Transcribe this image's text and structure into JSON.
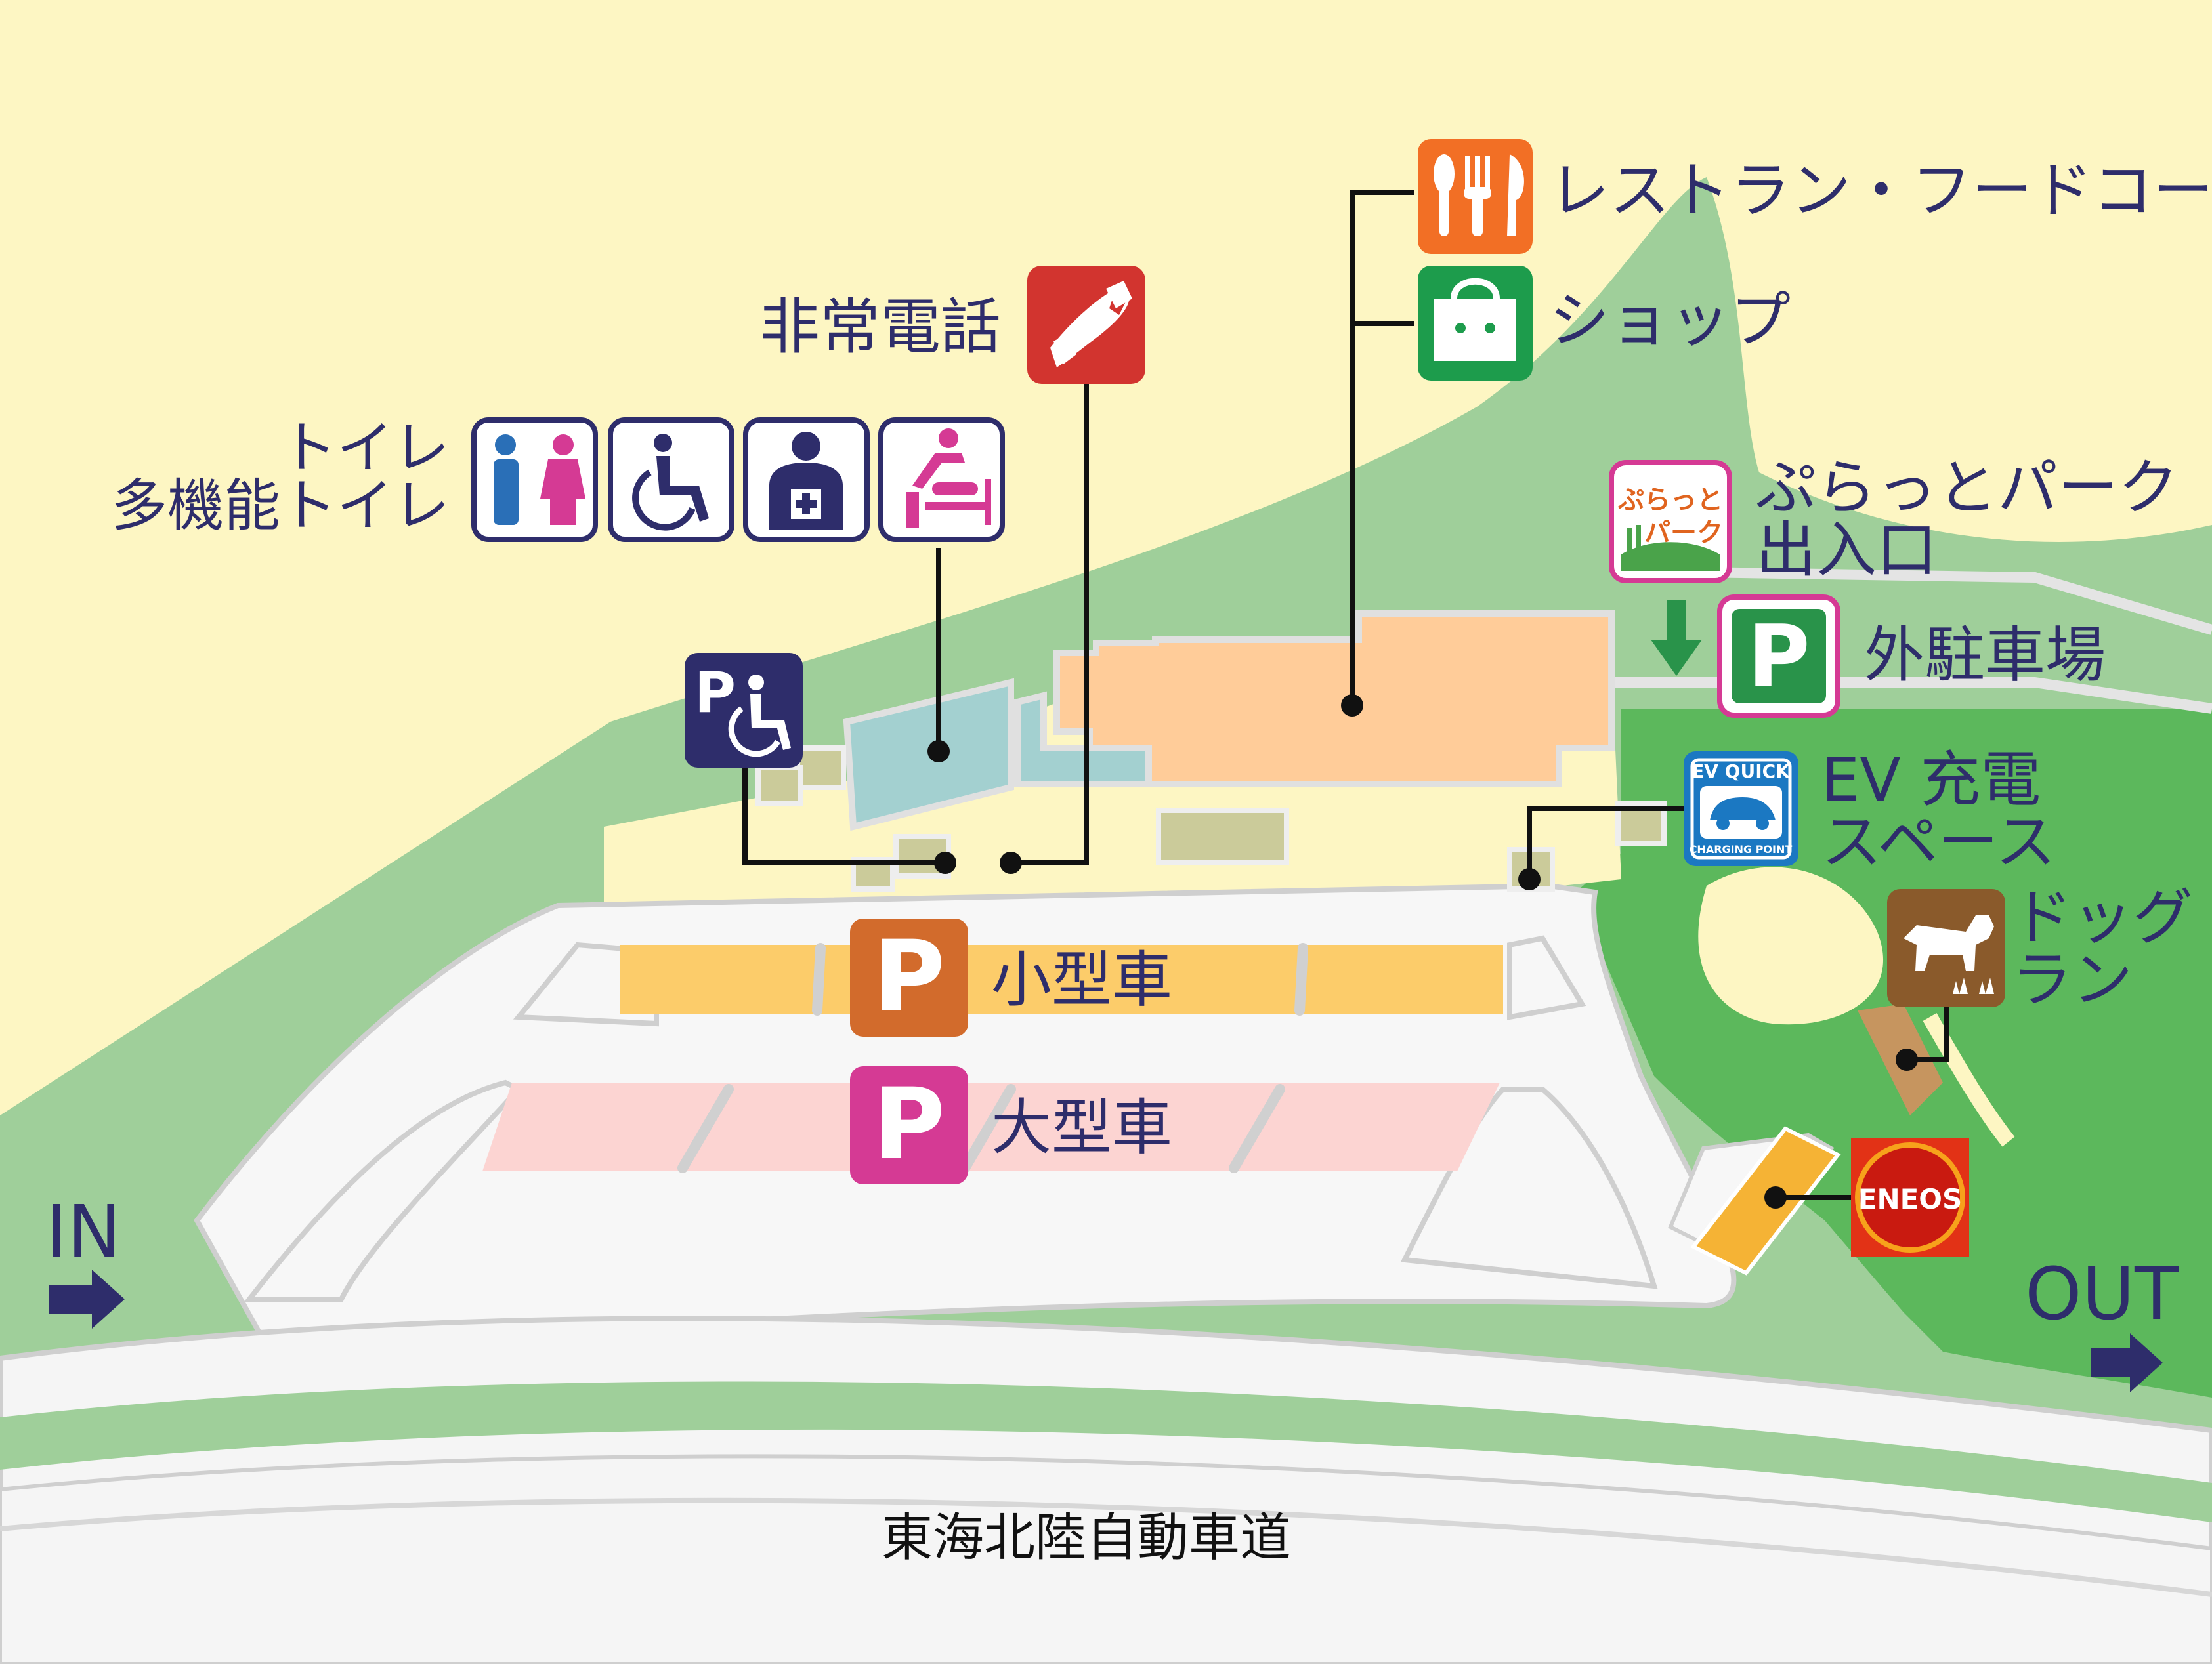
{
  "colors": {
    "background": "#fdf6c3",
    "hill": "#9fcf9a",
    "bright_green": "#5cb85c",
    "navy": "#2e2d6b",
    "restaurant": "#f26f25",
    "shop": "#1d9c4c",
    "phone": "#d2342f",
    "small_parking": "#d26b2c",
    "large_parking": "#d53a94",
    "outer_parking": "#29934a",
    "ev": "#1b78c2",
    "dog": "#8a5a2b",
    "eneos": "#e23216"
  },
  "labels": {
    "restaurant": "レストラン・フードコート",
    "shop": "ショップ",
    "phone": "非常電話",
    "toilet": "トイレ",
    "multi_toilet": "多機能トイレ",
    "plat_park_1": "ぷらっとパーク",
    "plat_park_2": "出入口",
    "outer_parking": "外駐車場",
    "ev_1": "EV 充電",
    "ev_2": "スペース",
    "dog_1": "ドッグ",
    "dog_2": "ラン",
    "small_car": "小型車",
    "large_car": "大型車",
    "in": "IN",
    "out": "OUT",
    "highway": "東海北陸自動車道"
  },
  "icons": {
    "parking_letter": "P",
    "ev_top": "EV QUICK",
    "ev_bottom": "CHARGING POINT",
    "eneos": "ENEOS",
    "plat_logo_1": "ぷらっと",
    "plat_logo_2": "パーク"
  },
  "icon_names": [
    "restaurant-icon",
    "shop-icon",
    "phone-icon",
    "restroom-icon",
    "wheelchair-icon",
    "ostomate-icon",
    "baby-changing-icon",
    "accessible-parking-icon",
    "plat-park-icon",
    "ev-charging-icon",
    "dog-icon",
    "eneos-icon",
    "parking-icon",
    "arrow-down-icon",
    "arrow-right-icon"
  ]
}
